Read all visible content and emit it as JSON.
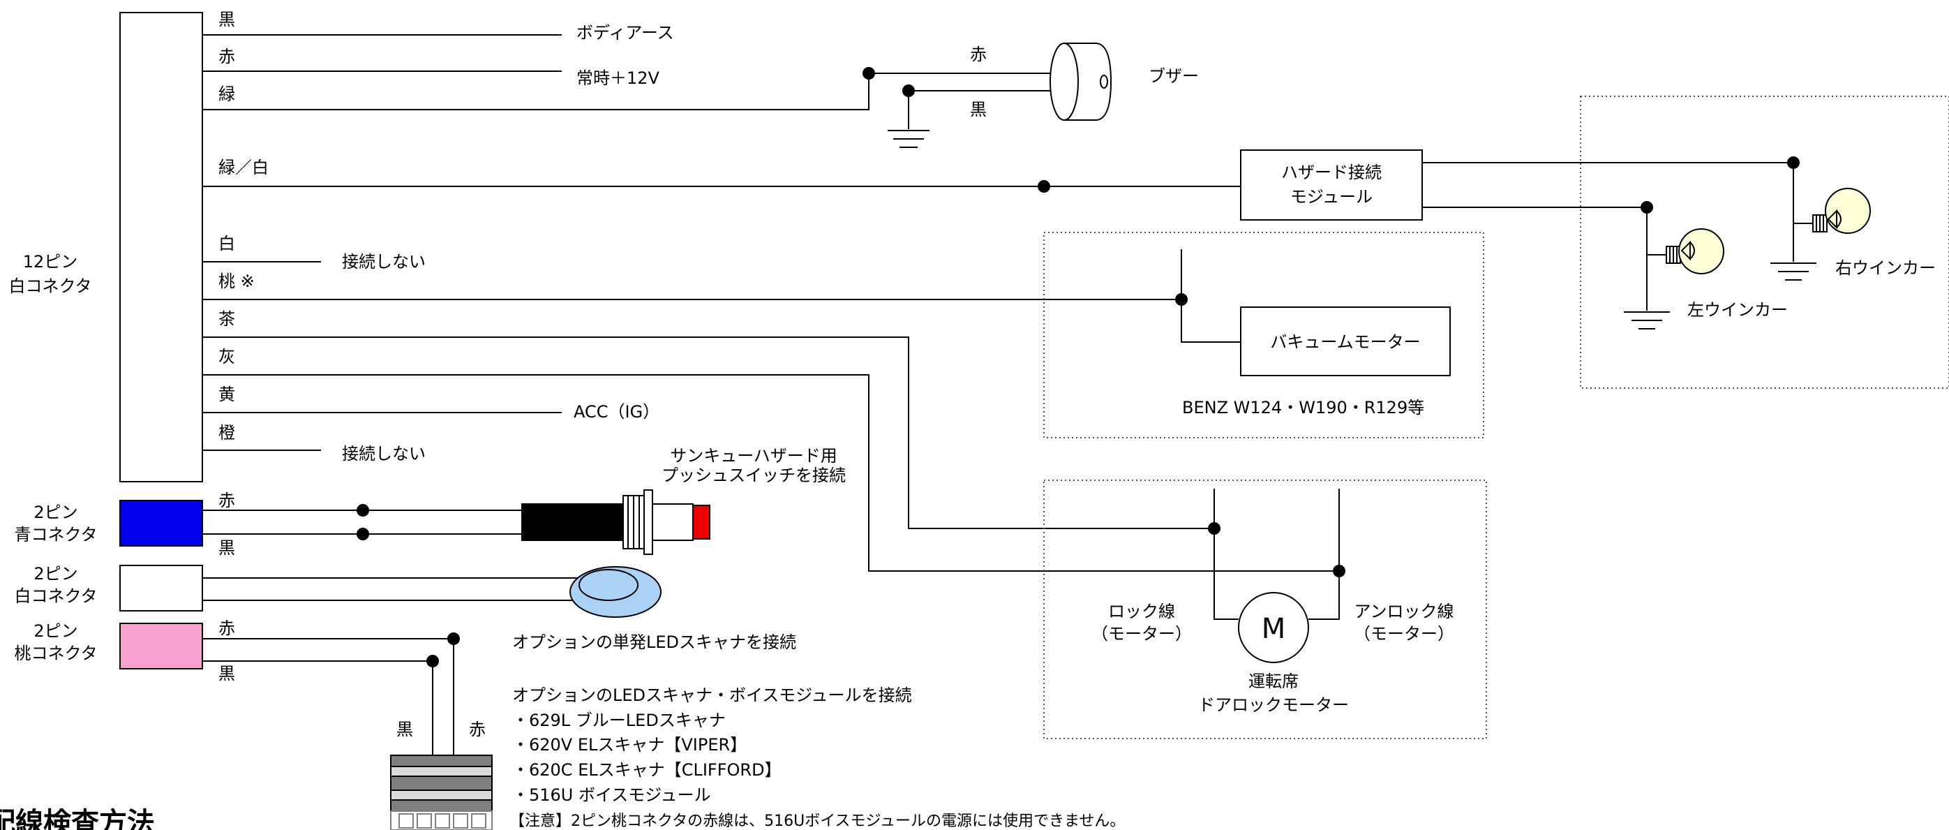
{
  "connector_12pin": {
    "line1": "12ピン",
    "line2": "白コネクタ"
  },
  "wires": {
    "black": "黒",
    "red": "赤",
    "green": "緑",
    "green_white": "緑／白",
    "white": "白",
    "pink": "桃 ※",
    "brown": "茶",
    "gray": "灰",
    "yellow": "黄",
    "orange": "橙"
  },
  "destinations": {
    "body_ground": "ボディアース",
    "constant_12v": "常時＋12V",
    "no_connect_1": "接続しない",
    "acc": "ACC（IG）",
    "no_connect_2": "接続しない"
  },
  "buzzer": {
    "label": "ブザー",
    "wire_red": "赤",
    "wire_black": "黒"
  },
  "hazard_module": {
    "line1": "ハザード接続",
    "line2": "モジュール"
  },
  "blinkers": {
    "left": "左ウインカー",
    "right": "右ウインカー"
  },
  "vacuum": {
    "motor": "バキュームモーター",
    "models": "BENZ W124・W190・R129等"
  },
  "push_switch": {
    "line1": "サンキューハザード用",
    "line2": "プッシュスイッチを接続"
  },
  "connector_blue": {
    "line1": "2ピン",
    "line2": "青コネクタ",
    "wire_red": "赤",
    "wire_black": "黒",
    "color": "#0000ee"
  },
  "connector_white": {
    "line1": "2ピン",
    "line2": "白コネクタ",
    "color": "#ffffff"
  },
  "connector_pink": {
    "line1": "2ピン",
    "line2": "桃コネクタ",
    "wire_red": "赤",
    "wire_black": "黒",
    "color": "#f7a1cd"
  },
  "led_single": "オプションの単発LEDスキャナを接続",
  "led_scanner": {
    "heading": "オプションのLEDスキャナ・ボイスモジュールを接続",
    "items": [
      "・629L ブルーLEDスキャナ",
      "・620V ELスキャナ【VIPER】",
      "・620C ELスキャナ【CLIFFORD】",
      "・516U ボイスモジュール"
    ],
    "note": "【注意】2ピン桃コネクタの赤線は、516Uボイスモジュールの電源には使用できません。",
    "plug_wire_black": "黒",
    "plug_wire_red": "赤"
  },
  "door_lock": {
    "lock": "ロック線",
    "lock_sub": "（モーター）",
    "unlock": "アンロック線",
    "unlock_sub": "（モーター）",
    "motor_symbol": "M",
    "caption1": "運転席",
    "caption2": "ドアロックモーター"
  },
  "section_title": "配線検査方法"
}
